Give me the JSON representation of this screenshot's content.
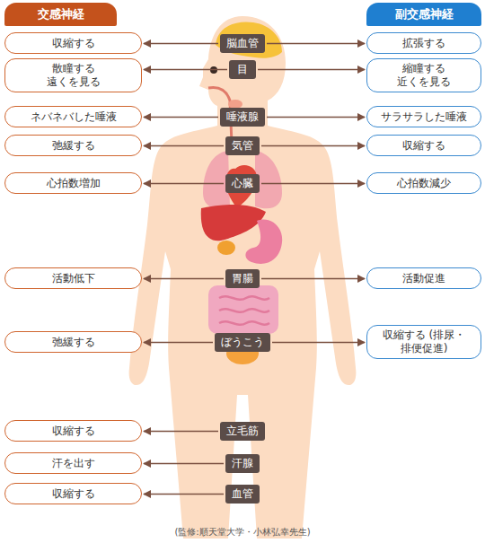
{
  "diagram": {
    "caption": "(監修:順天堂大学・小林弘幸先生)",
    "nodes": [
      {
        "text": [
          "交感神経"
        ]
      },
      {
        "text": [
          "副交感神経"
        ]
      },
      {
        "text": [
          "収縮する"
        ]
      },
      {
        "text": [
          "脳血管"
        ]
      },
      {
        "text": [
          "拡張する"
        ]
      },
      {
        "text": [
          "散瞳する 遠くを見る"
        ]
      },
      {
        "text": [
          "目"
        ]
      },
      {
        "text": [
          "縮瞳する 近くを見る"
        ]
      },
      {
        "text": [
          "ネバネバした唾液"
        ]
      },
      {
        "text": [
          "唾液腺"
        ]
      },
      {
        "text": [
          "サラサラした唾液"
        ]
      },
      {
        "text": [
          "弛緩する"
        ]
      },
      {
        "text": [
          "気管"
        ]
      },
      {
        "text": [
          "収縮する"
        ]
      },
      {
        "text": [
          "心拍数増加"
        ]
      },
      {
        "text": [
          "心臓"
        ]
      },
      {
        "text": [
          "心拍数減少"
        ]
      },
      {
        "text": [
          "活動低下"
        ]
      },
      {
        "text": [
          "胃腸"
        ]
      },
      {
        "text": [
          "活動促進"
        ]
      },
      {
        "text": [
          "弛緩する"
        ]
      },
      {
        "text": [
          "ぼうこう"
        ]
      },
      {
        "text": [
          "収縮する (排尿・排便促進)"
        ]
      },
      {
        "text": [
          "収縮する"
        ]
      },
      {
        "text": [
          "立毛筋"
        ]
      },
      {
        "text": [
          "汗を出す"
        ]
      },
      {
        "text": [
          "汗腺"
        ]
      },
      {
        "text": [
          "収縮する"
        ]
      },
      {
        "text": [
          "血管"
        ]
      }
    ],
    "edges": [
      {
        "from": 3,
        "to": 2,
        "arrow": "to"
      },
      {
        "from": 3,
        "to": 4,
        "arrow": "to"
      },
      {
        "from": 6,
        "to": 5,
        "arrow": "to"
      },
      {
        "from": 6,
        "to": 7,
        "arrow": "to"
      },
      {
        "from": 9,
        "to": 8,
        "arrow": "to"
      },
      {
        "from": 9,
        "to": 10,
        "arrow": "to"
      },
      {
        "from": 12,
        "to": 11,
        "arrow": "to"
      },
      {
        "from": 12,
        "to": 13,
        "arrow": "to"
      },
      {
        "from": 15,
        "to": 14,
        "arrow": "to"
      },
      {
        "from": 15,
        "to": 16,
        "arrow": "to"
      },
      {
        "from": 18,
        "to": 17,
        "arrow": "to"
      },
      {
        "from": 18,
        "to": 19,
        "arrow": "to"
      },
      {
        "from": 21,
        "to": 20,
        "arrow": "to"
      },
      {
        "from": 21,
        "to": 22,
        "arrow": "to"
      },
      {
        "from": 24,
        "to": 23,
        "arrow": "to"
      },
      {
        "from": 26,
        "to": 25,
        "arrow": "to"
      },
      {
        "from": 28,
        "to": 27,
        "arrow": "to"
      }
    ]
  }
}
